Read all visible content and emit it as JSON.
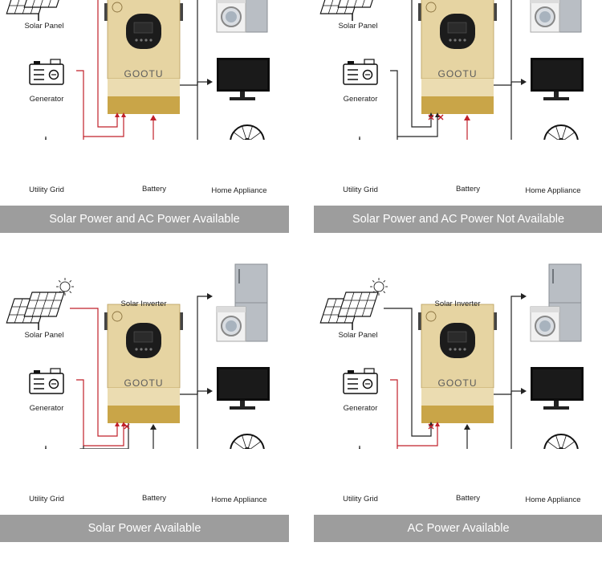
{
  "labels": {
    "solar_panel": "Solar Panel",
    "generator": "Generator",
    "utility_grid": "Utility Grid",
    "battery": "Battery",
    "home_appliance": "Home Appliance",
    "solar_inverter": "Solar Inverter",
    "brand": "GOOTU"
  },
  "panels": [
    {
      "caption": "Solar Power and AC Power Available",
      "show_inverter_label": false
    },
    {
      "caption": "Solar Power and AC Power Not Available",
      "show_inverter_label": false
    },
    {
      "caption": "Solar Power Available",
      "show_inverter_label": true
    },
    {
      "caption": "AC Power Available",
      "show_inverter_label": true
    }
  ],
  "colors": {
    "active_line": "#c0202a",
    "inactive_line": "#222222",
    "caption_bg": "#9d9d9d",
    "inverter_body": "#e6d4a2",
    "inverter_base": "#c9a548"
  }
}
